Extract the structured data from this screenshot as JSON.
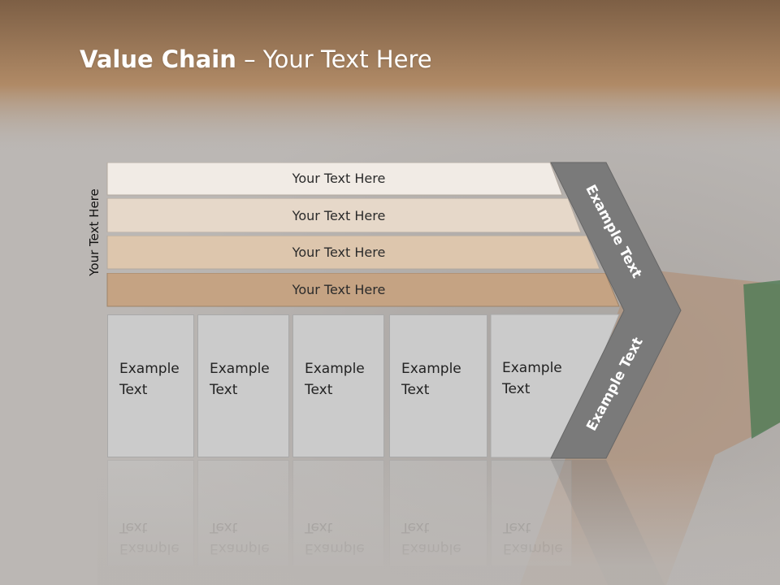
{
  "slide": {
    "title_bold": "Value Chain",
    "title_rest": " – Your Text Here",
    "side_label": "Your Text Here"
  },
  "rows": [
    {
      "label": "Your Text Here",
      "color": "#f1ebe5"
    },
    {
      "label": "Your Text Here",
      "color": "#e6d8c9"
    },
    {
      "label": "Your Text Here",
      "color": "#ddc6ad"
    },
    {
      "label": "Your Text Here",
      "color": "#c5a383"
    }
  ],
  "columns": [
    {
      "label": "Example\nText"
    },
    {
      "label": "Example\nText"
    },
    {
      "label": "Example\nText"
    },
    {
      "label": "Example\nText"
    },
    {
      "label": "Example\nText"
    }
  ],
  "chevron": {
    "top_label": "Example Text",
    "bottom_label": "Example Text",
    "color": "#7a7a7a"
  }
}
